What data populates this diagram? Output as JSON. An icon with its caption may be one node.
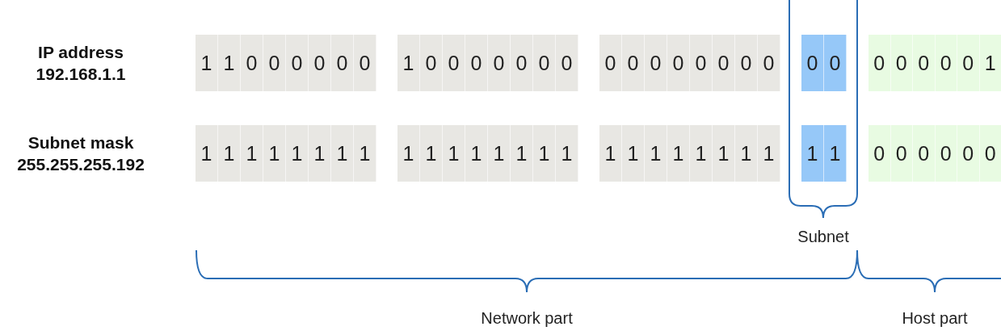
{
  "diagram": {
    "labels": [
      "IP address 192.168.1.1",
      "1",
      "1",
      "0",
      "0",
      "0",
      "0",
      "0",
      "0",
      "1",
      "0",
      "0",
      "0",
      "0",
      "0",
      "0",
      "0",
      "0",
      "0",
      "0",
      "0",
      "0",
      "0",
      "0",
      "0",
      "0",
      "0",
      "0",
      "0",
      "0",
      "0",
      "0",
      "1",
      "Subnet mask 255.255.255.192",
      "1",
      "1",
      "1",
      "1",
      "1",
      "1",
      "1",
      "1",
      "1",
      "1",
      "1",
      "1",
      "1",
      "1",
      "1",
      "1",
      "1",
      "1",
      "1",
      "1",
      "1",
      "1",
      "1",
      "1",
      "1",
      "1",
      "0",
      "0",
      "0",
      "0",
      "0",
      "0",
      "Subnet",
      "Network part",
      "Host part"
    ]
  }
}
